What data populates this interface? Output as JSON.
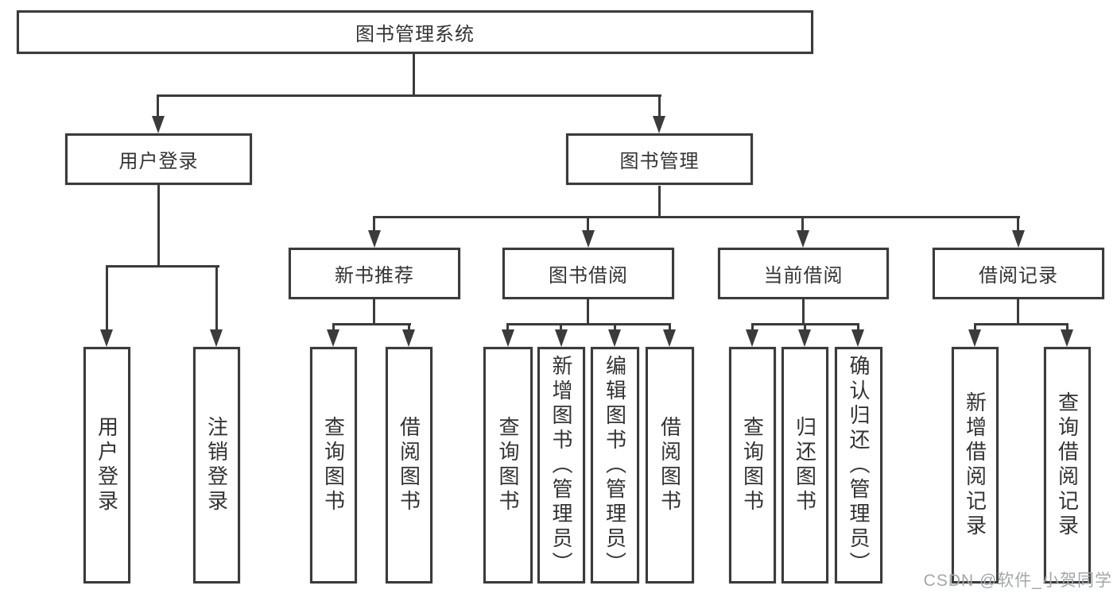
{
  "colors": {
    "line": "#3b3b3b",
    "text": "#333333",
    "watermark": "#a2a7ad",
    "background": "#ffffff"
  },
  "watermark": "CSDN @软件_小贺同学",
  "tree": {
    "root": "图书管理系统",
    "branches": [
      {
        "label": "用户登录",
        "children": [
          "用户登录",
          "注销登录"
        ]
      },
      {
        "label": "图书管理",
        "groups": [
          {
            "label": "新书推荐",
            "children": [
              "查询图书",
              "借阅图书"
            ]
          },
          {
            "label": "图书借阅",
            "children": [
              "查询图书",
              "新增图书（管理员）",
              "编辑图书（管理员）",
              "借阅图书"
            ]
          },
          {
            "label": "当前借阅",
            "children": [
              "查询图书",
              "归还图书",
              "确认归还（管理员）"
            ]
          },
          {
            "label": "借阅记录",
            "children": [
              "新增借阅记录",
              "查询借阅记录"
            ]
          }
        ]
      }
    ]
  }
}
